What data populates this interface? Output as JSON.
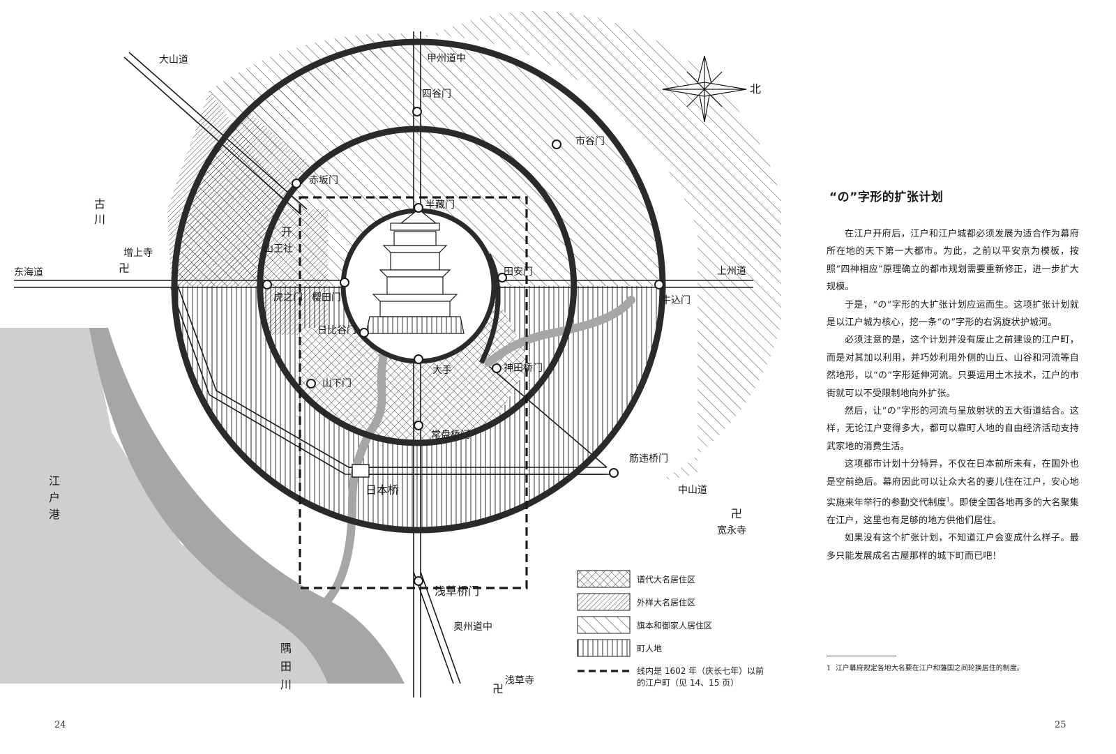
{
  "map": {
    "roads": {
      "oyama": "大山道",
      "koshu": "甲州道中",
      "tokaido": "东海道",
      "joshu": "上州道",
      "nakasendo": "中山道",
      "oshu": "奥州道中"
    },
    "gates": {
      "yotsuya": "四谷门",
      "ichigaya": "市谷门",
      "akasaka": "赤坂门",
      "hanzo": "半藏门",
      "taian": "田安门",
      "ushigome": "牛込门",
      "toranomon": "虎之门",
      "sakurada": "樱田门",
      "hibiya": "日比谷门",
      "yamashita": "山下门",
      "ote": "大手",
      "kandabashi": "神田桥门",
      "tokiwabashi": "常盘桥门",
      "sujikaibashi": "筋违桥门",
      "asakusabashi": "浅草桥门"
    },
    "places": {
      "zojoji": "增上寺",
      "sanno": "山王社",
      "furukawa": "古川",
      "edo_port": "江户港",
      "nihonbashi": "日本桥",
      "kaneiji": "宽永寺",
      "sumida": "隅田川",
      "sensoji": "浅草寺"
    },
    "compass_north": "北",
    "legend": [
      {
        "pattern": "crosshatch",
        "label": "谱代大名居住区"
      },
      {
        "pattern": "dense-hatch",
        "label": "外样大名居住区"
      },
      {
        "pattern": "diagonal",
        "label": "旗本和御家人居住区"
      },
      {
        "pattern": "vertical",
        "label": "町人地"
      },
      {
        "pattern": "dashed-line",
        "label_lines": [
          "线内是 1602 年（庆长七年）以前",
          "的江户町（见 14、15 页）"
        ]
      }
    ],
    "colors": {
      "river": "#a6a6a6",
      "ink": "#1a1a1a",
      "water": "#cfcfcf"
    }
  },
  "article": {
    "title": "“の”字形的扩张计划",
    "paragraphs": [
      "在江户开府后，江户和江户城都必须发展为适合作为幕府所在地的天下第一大都市。为此，之前以平安京为模板，按照“四神相应”原理确立的都市规划需要重新修正，进一步扩大规模。",
      "于是，“の”字形的大扩张计划应运而生。这项扩张计划就是以江户城为核心，挖一条“の”字形的右涡旋状护城河。",
      "必须注意的是，这个计划并没有废止之前建设的江户町，而是对其加以利用，并巧妙利用外侧的山丘、山谷和河流等自然地形，以“の”字形延伸河流。只要运用土木技术，江户的市街就可以不受限制地向外扩张。",
      "然后，让“の”字形的河流与呈放射状的五大街道结合。这样，无论江户变得多大，都可以靠町人地的自由经济活动支持武家地的消费生活。",
      "这项都市计划十分特异，不仅在日本前所未有，在国外也是空前绝后。幕府因此可以让众大名的妻儿住在江户，安心地实施来年举行的参勤交代制度",
      "如果没有这个扩张计划，不知道江户会变成什么样子。最多只能发展成名古屋那样的城下町而已吧！"
    ],
    "p5_sup": "1",
    "p5_tail": "。即使全国各地再多的大名聚集在江户，这里也有足够的地方供他们居住。"
  },
  "footnote": {
    "number": "1",
    "text": "江户幕府规定各地大名要在江户和藩国之间轮换居住的制度。"
  },
  "page_numbers": {
    "left": "24",
    "right": "25"
  }
}
